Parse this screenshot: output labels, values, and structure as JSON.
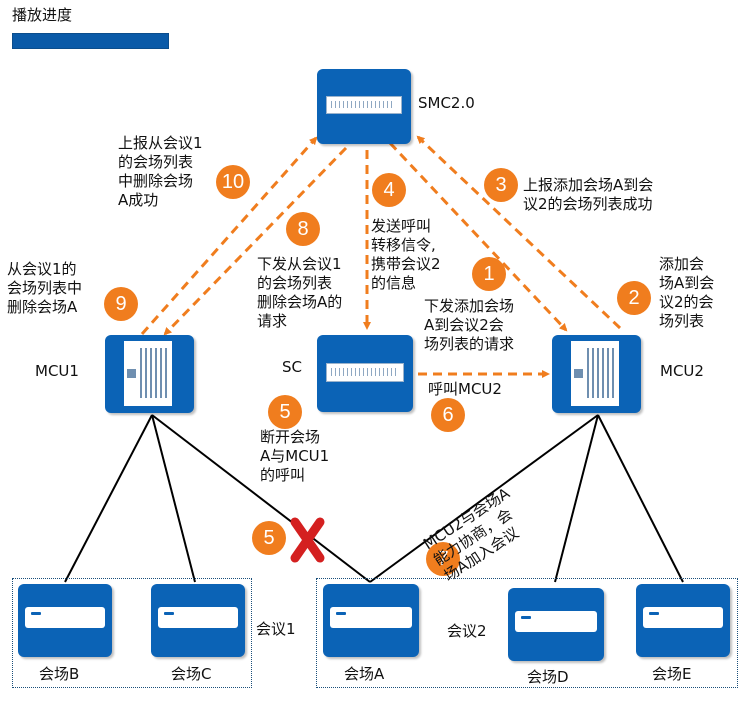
{
  "progress": {
    "label": "播放进度",
    "value": 1.0
  },
  "nodes": {
    "smc": "SMC2.0",
    "sc": "SC",
    "mcu1": "MCU1",
    "mcu2": "MCU2",
    "site_a": "会场A",
    "site_b": "会场B",
    "site_c": "会场C",
    "site_d": "会场D",
    "site_e": "会场E",
    "conf1": "会议1",
    "conf2": "会议2"
  },
  "steps": [
    {
      "num": "1",
      "text": "下发添加会场\nA到会议2会\n场列表的请求"
    },
    {
      "num": "2",
      "text": "添加会\n场A到会\n议2的会\n场列表"
    },
    {
      "num": "3",
      "text": "上报添加会场A到会\n议2的会场列表成功"
    },
    {
      "num": "4",
      "text": "发送呼叫\n转移信令,\n携带会议2\n的信息"
    },
    {
      "num": "5",
      "text": "断开会场\nA与MCU1\n的呼叫"
    },
    {
      "num": "6",
      "text": "呼叫MCU2"
    },
    {
      "num": "7",
      "text": "MCU2与会场A\n能力协商，会\n场A加入会议"
    },
    {
      "num": "8",
      "text": "下发从会议1\n的会场列表\n删除会场A的\n请求"
    },
    {
      "num": "9",
      "text": "从会议1的\n会场列表中\n删除会场A"
    },
    {
      "num": "10",
      "text": "上报从会议1\n的会场列表\n中删除会场\nA成功"
    }
  ],
  "colors": {
    "device": "#0b63b6",
    "arrow": "#f07d1e",
    "badge": "#f07d1e",
    "cut": "#d42020",
    "link": "#000000"
  },
  "icons": {
    "cut_link": "cross-mark-icon"
  }
}
